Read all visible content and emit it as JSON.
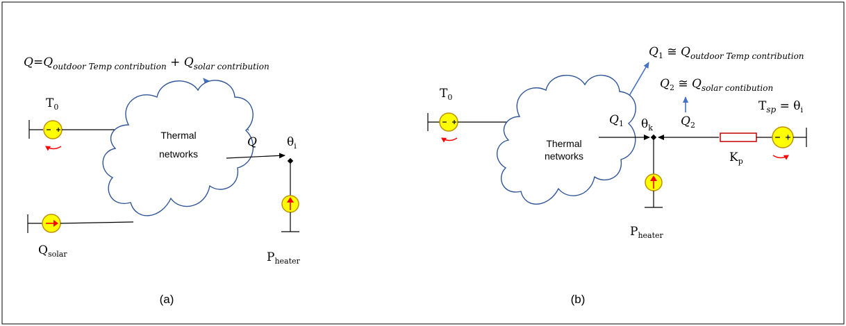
{
  "panel_a": {
    "caption": "(a)",
    "equation": {
      "lhs": "Q",
      "eq": "=",
      "q1": "Q",
      "q1_sub": "outdoor Temp contribution",
      "plus": "+",
      "q2": "Q",
      "q2_sub": "solar contribution"
    },
    "source_t0": {
      "label": "T",
      "sub": "0"
    },
    "source_qsolar": {
      "label": "Q",
      "sub": "solar"
    },
    "network_label_1": "Thermal",
    "network_label_2": "networks",
    "flow_label": "Q",
    "node_label": {
      "label": "θ",
      "sub": "i"
    },
    "heater_label": {
      "label": "P",
      "sub": "heater"
    }
  },
  "panel_b": {
    "caption": "(b)",
    "eq1": {
      "q": "Q",
      "q_sub": "1",
      "approx": "≅",
      "rhs": "Q",
      "rhs_sub": "outdoor Temp contribution"
    },
    "eq2": {
      "q": "Q",
      "q_sub": "2",
      "approx": "≅",
      "rhs": "Q",
      "rhs_sub": "solar contibution"
    },
    "source_t0": {
      "label": "T",
      "sub": "0"
    },
    "network_label_1": "Thermal",
    "network_label_2": "networks",
    "flow1_label": {
      "label": "Q",
      "sub": "1"
    },
    "flow2_label": {
      "label": "Q",
      "sub": "2"
    },
    "node_label": {
      "label": "θ",
      "sub": "k"
    },
    "gain_label": {
      "label": "K",
      "sub": "p"
    },
    "setpoint_label": {
      "label": "T",
      "sub": "sp",
      "eq": " = ",
      "rhs": "θ",
      "rhs_sub": "i"
    },
    "heater_label": {
      "label": "P",
      "sub": "heater"
    }
  },
  "colors": {
    "source_fill": "#ffff00",
    "source_stroke": "#c09000",
    "cloud_stroke": "#2f5597",
    "arrow_blue": "#4472c4",
    "arrow_red": "#ff0000",
    "resistor_red": "#c00000",
    "wire": "#000000"
  }
}
